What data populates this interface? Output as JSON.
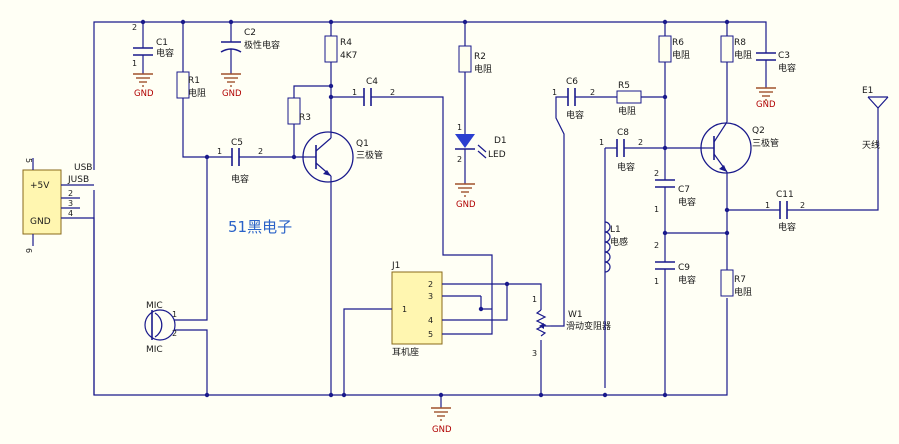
{
  "watermark": "51黑电子",
  "labels": {
    "gnd": "GND",
    "usb_conn": {
      "left": "+5V",
      "gnd": "GND",
      "pins": [
        "5",
        "2",
        "3",
        "4",
        "6"
      ],
      "net1": "USB",
      "net2": "JUSB"
    },
    "c1": {
      "ref": "C1",
      "name": "电容"
    },
    "c2": {
      "ref": "C2",
      "name": "极性电容"
    },
    "r1": {
      "ref": "R1",
      "name": "电阻"
    },
    "r4": {
      "ref": "R4",
      "name": "4K7"
    },
    "r3": {
      "ref": "R3"
    },
    "c4": {
      "ref": "C4"
    },
    "c5": {
      "ref": "C5",
      "name": "电容"
    },
    "q1": {
      "ref": "Q1",
      "name": "三极管"
    },
    "r2": {
      "ref": "R2",
      "name": "电阻"
    },
    "d1": {
      "ref": "D1",
      "name": "LED"
    },
    "c6": {
      "ref": "C6",
      "name": "电容"
    },
    "r5": {
      "ref": "R5",
      "name": "电阻"
    },
    "r6": {
      "ref": "R6",
      "name": "电阻"
    },
    "r8": {
      "ref": "R8",
      "name": "电阻"
    },
    "c3": {
      "ref": "C3",
      "name": "电容"
    },
    "c8": {
      "ref": "C8",
      "name": "电容"
    },
    "q2": {
      "ref": "Q2",
      "name": "三极管"
    },
    "c7": {
      "ref": "C7",
      "name": "电容"
    },
    "c11": {
      "ref": "C11",
      "name": "电容"
    },
    "e1": {
      "ref": "E1",
      "name": "天线"
    },
    "l1": {
      "ref": "L1",
      "name": "电感"
    },
    "c9": {
      "ref": "C9",
      "name": "电容"
    },
    "r7": {
      "ref": "R7",
      "name": "电阻"
    },
    "j1": {
      "ref": "J1",
      "name": "耳机座"
    },
    "w1": {
      "ref": "W1",
      "name": "滑动变阻器"
    },
    "mic": {
      "top": "MIC",
      "bottom": "MIC"
    }
  }
}
